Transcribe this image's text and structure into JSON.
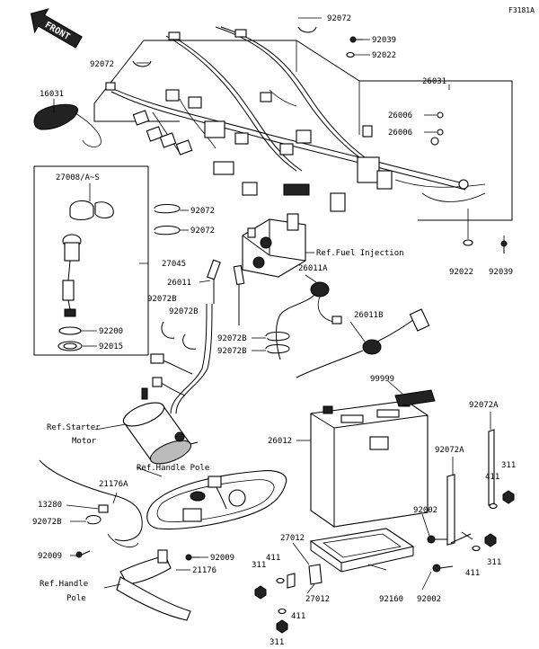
{
  "drawing_code": "F3181A",
  "front_marker": "FRONT",
  "refs": {
    "fuel_injection": "Ref.Fuel Injection",
    "starter_motor_1": "Ref.Starter",
    "starter_motor_2": "Motor",
    "handle_pole_top": "Ref.Handle Pole",
    "handle_pole_bottom_1": "Ref.Handle",
    "handle_pole_bottom_2": "Pole"
  },
  "parts": {
    "p92072_a": "92072",
    "p92039_a": "92039",
    "p92022_a": "92022",
    "p92072_b": "92072",
    "p16031": "16031",
    "p26031": "26031",
    "p26006_a": "26006",
    "p26006_b": "26006",
    "p27008": "27008/A~S",
    "p92072_c": "92072",
    "p92072_d": "92072",
    "p27045": "27045",
    "p26011": "26011",
    "p26011a": "26011A",
    "p92072b_a": "92072B",
    "p92072b_b": "92072B",
    "p92200": "92200",
    "p92015": "92015",
    "p92072b_c": "92072B",
    "p26011b": "26011B",
    "p92072b_d": "92072B",
    "p92022_b": "92022",
    "p92039_b": "92039",
    "p99999": "99999",
    "p92072a_a": "92072A",
    "p26012": "26012",
    "p92072a_b": "92072A",
    "p21176a": "21176A",
    "p13280": "13280",
    "p92072b_e": "92072B",
    "p92009_a": "92009",
    "p92009_b": "92009",
    "p21176": "21176",
    "p411_a": "411",
    "p311_a": "311",
    "p92002_a": "92002",
    "p411_b": "411",
    "p311_b": "311",
    "p27012_a": "27012",
    "p411_c": "411",
    "p311_c": "311",
    "p411_d": "411",
    "p27012_b": "27012",
    "p311_d": "311",
    "p92160": "92160",
    "p92002_b": "92002"
  }
}
